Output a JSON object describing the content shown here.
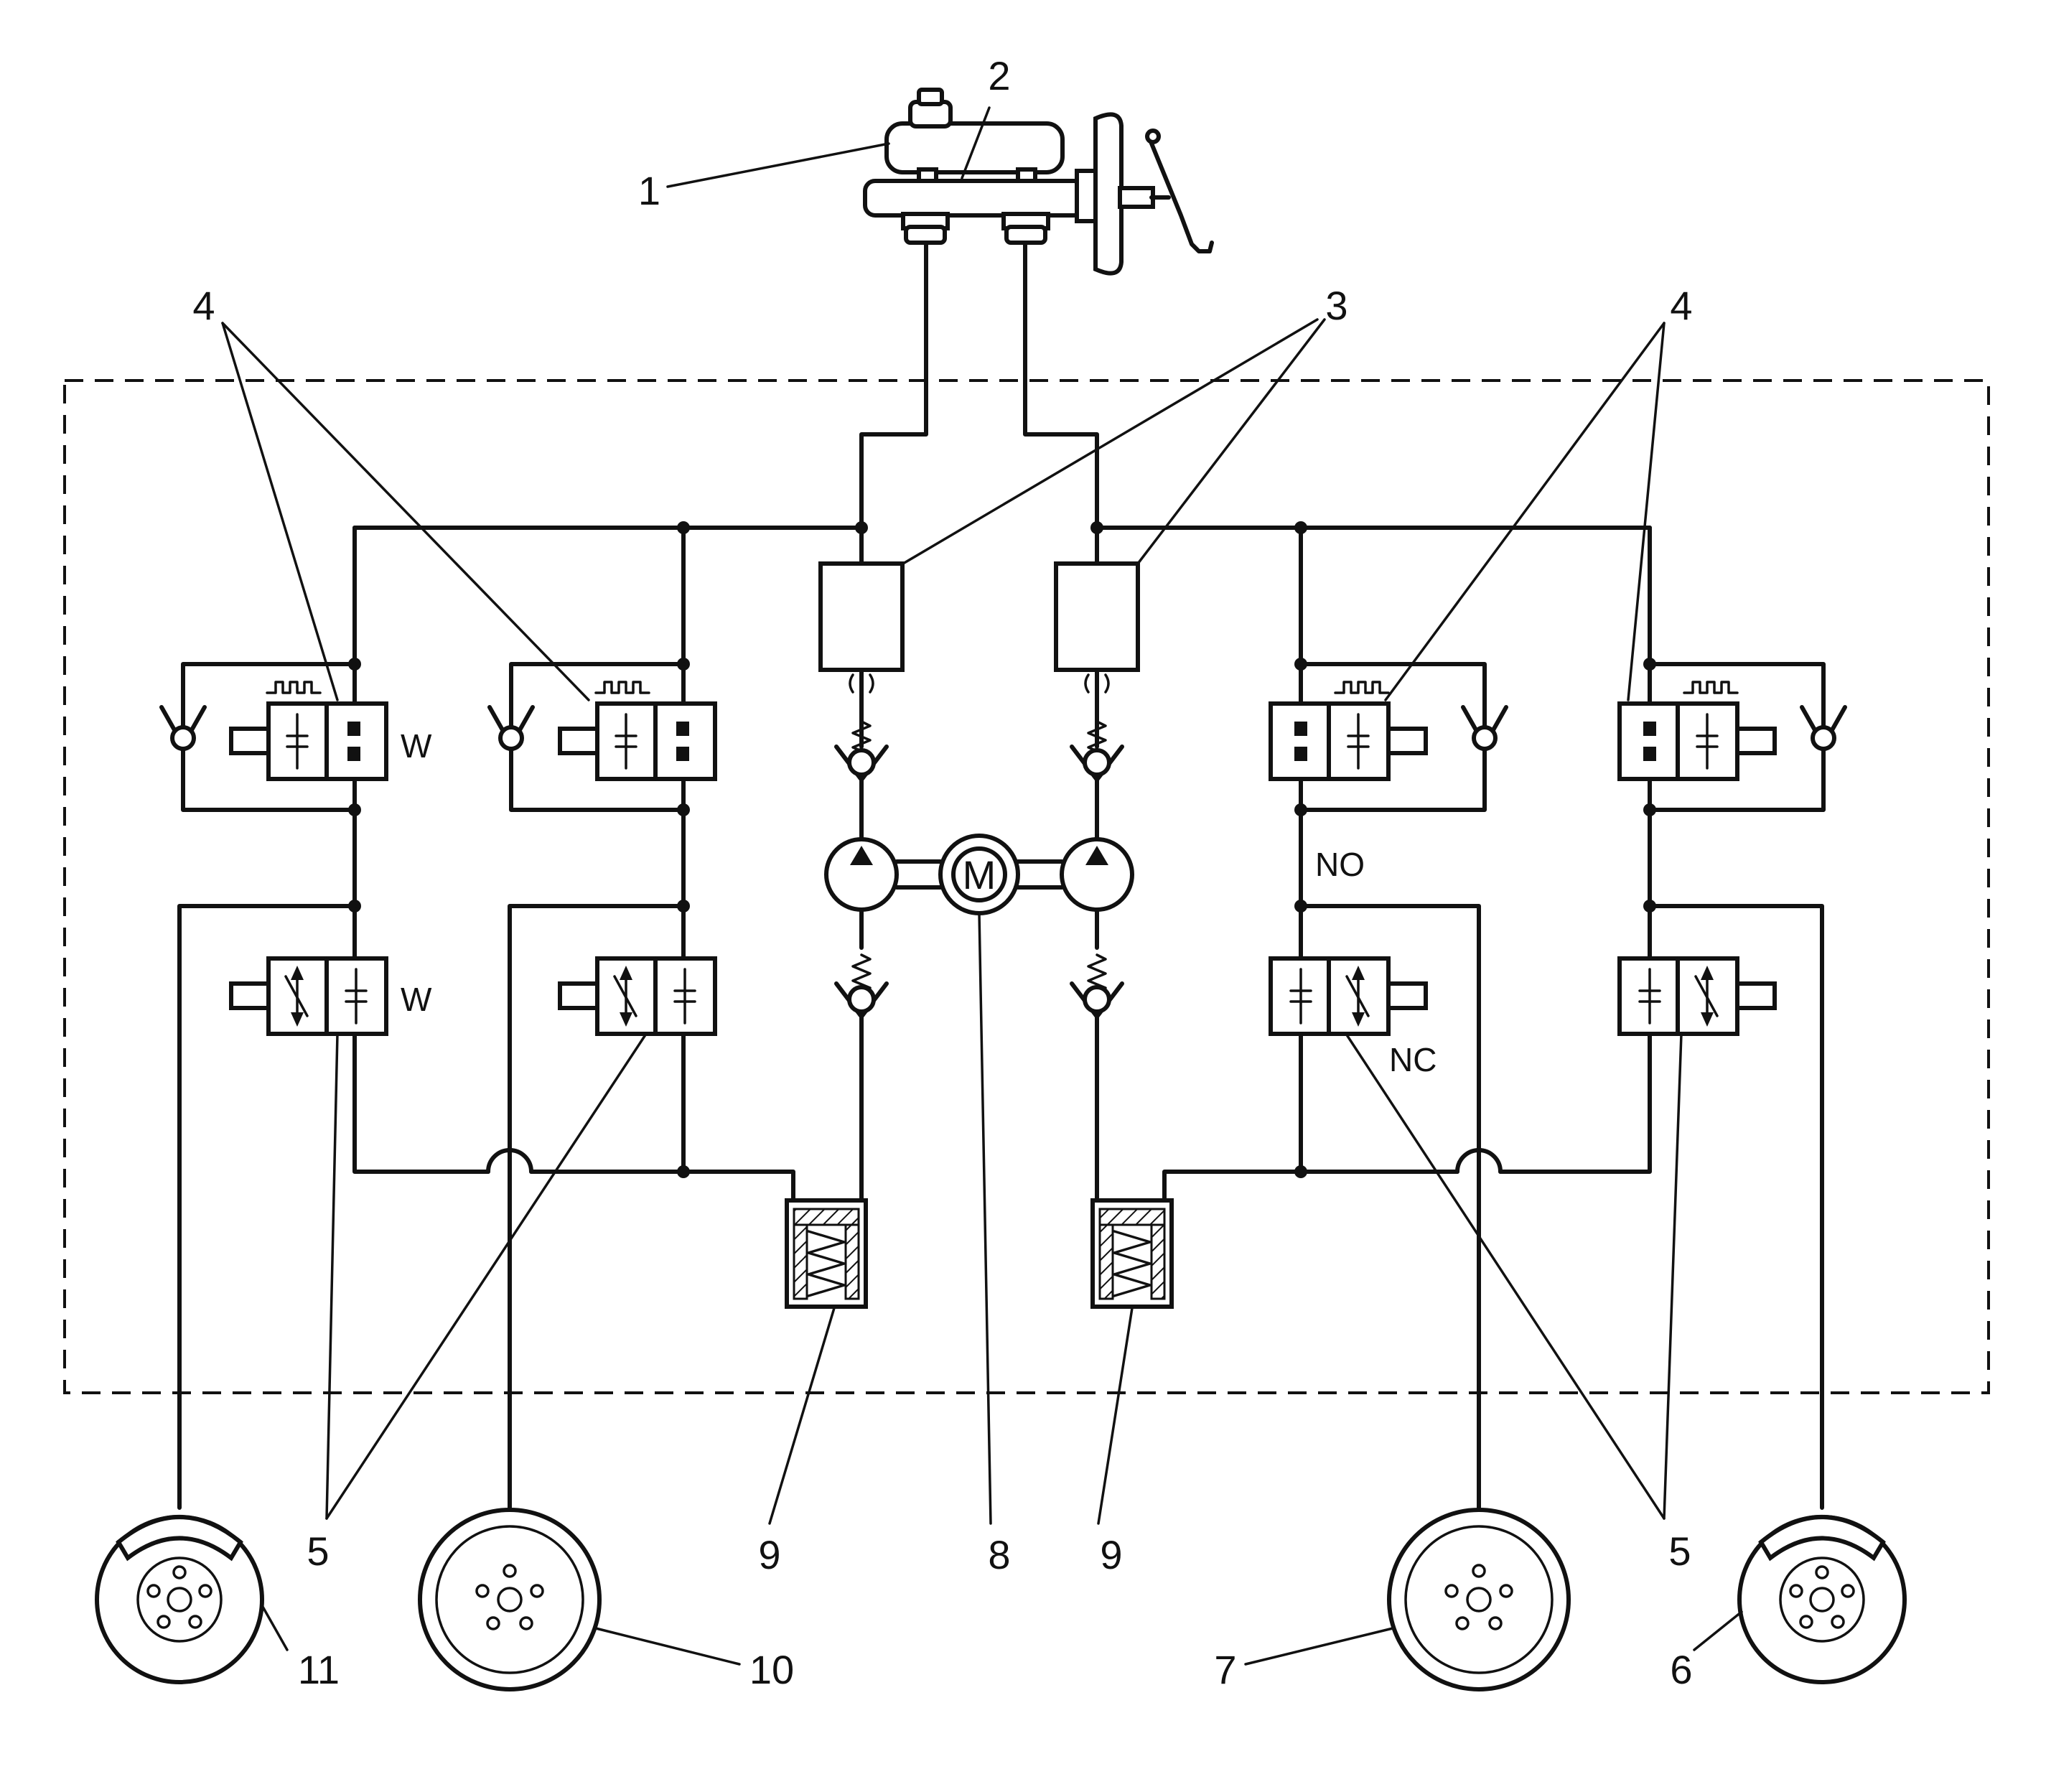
{
  "callouts": {
    "c1": "1",
    "c2": "2",
    "c3": "3",
    "c4_left": "4",
    "c4_right": "4",
    "c5_left": "5",
    "c5_right": "5",
    "c6": "6",
    "c7": "7",
    "c8": "8",
    "c9_left": "9",
    "c9_right": "9",
    "c10": "10",
    "c11": "11"
  },
  "valve_marks": {
    "w_inlet": "W",
    "w_outlet": "W",
    "normally_open": "NO",
    "normally_closed": "NC"
  },
  "motor_letter": "M",
  "colors": {
    "line": "#111111",
    "background": "#ffffff"
  }
}
